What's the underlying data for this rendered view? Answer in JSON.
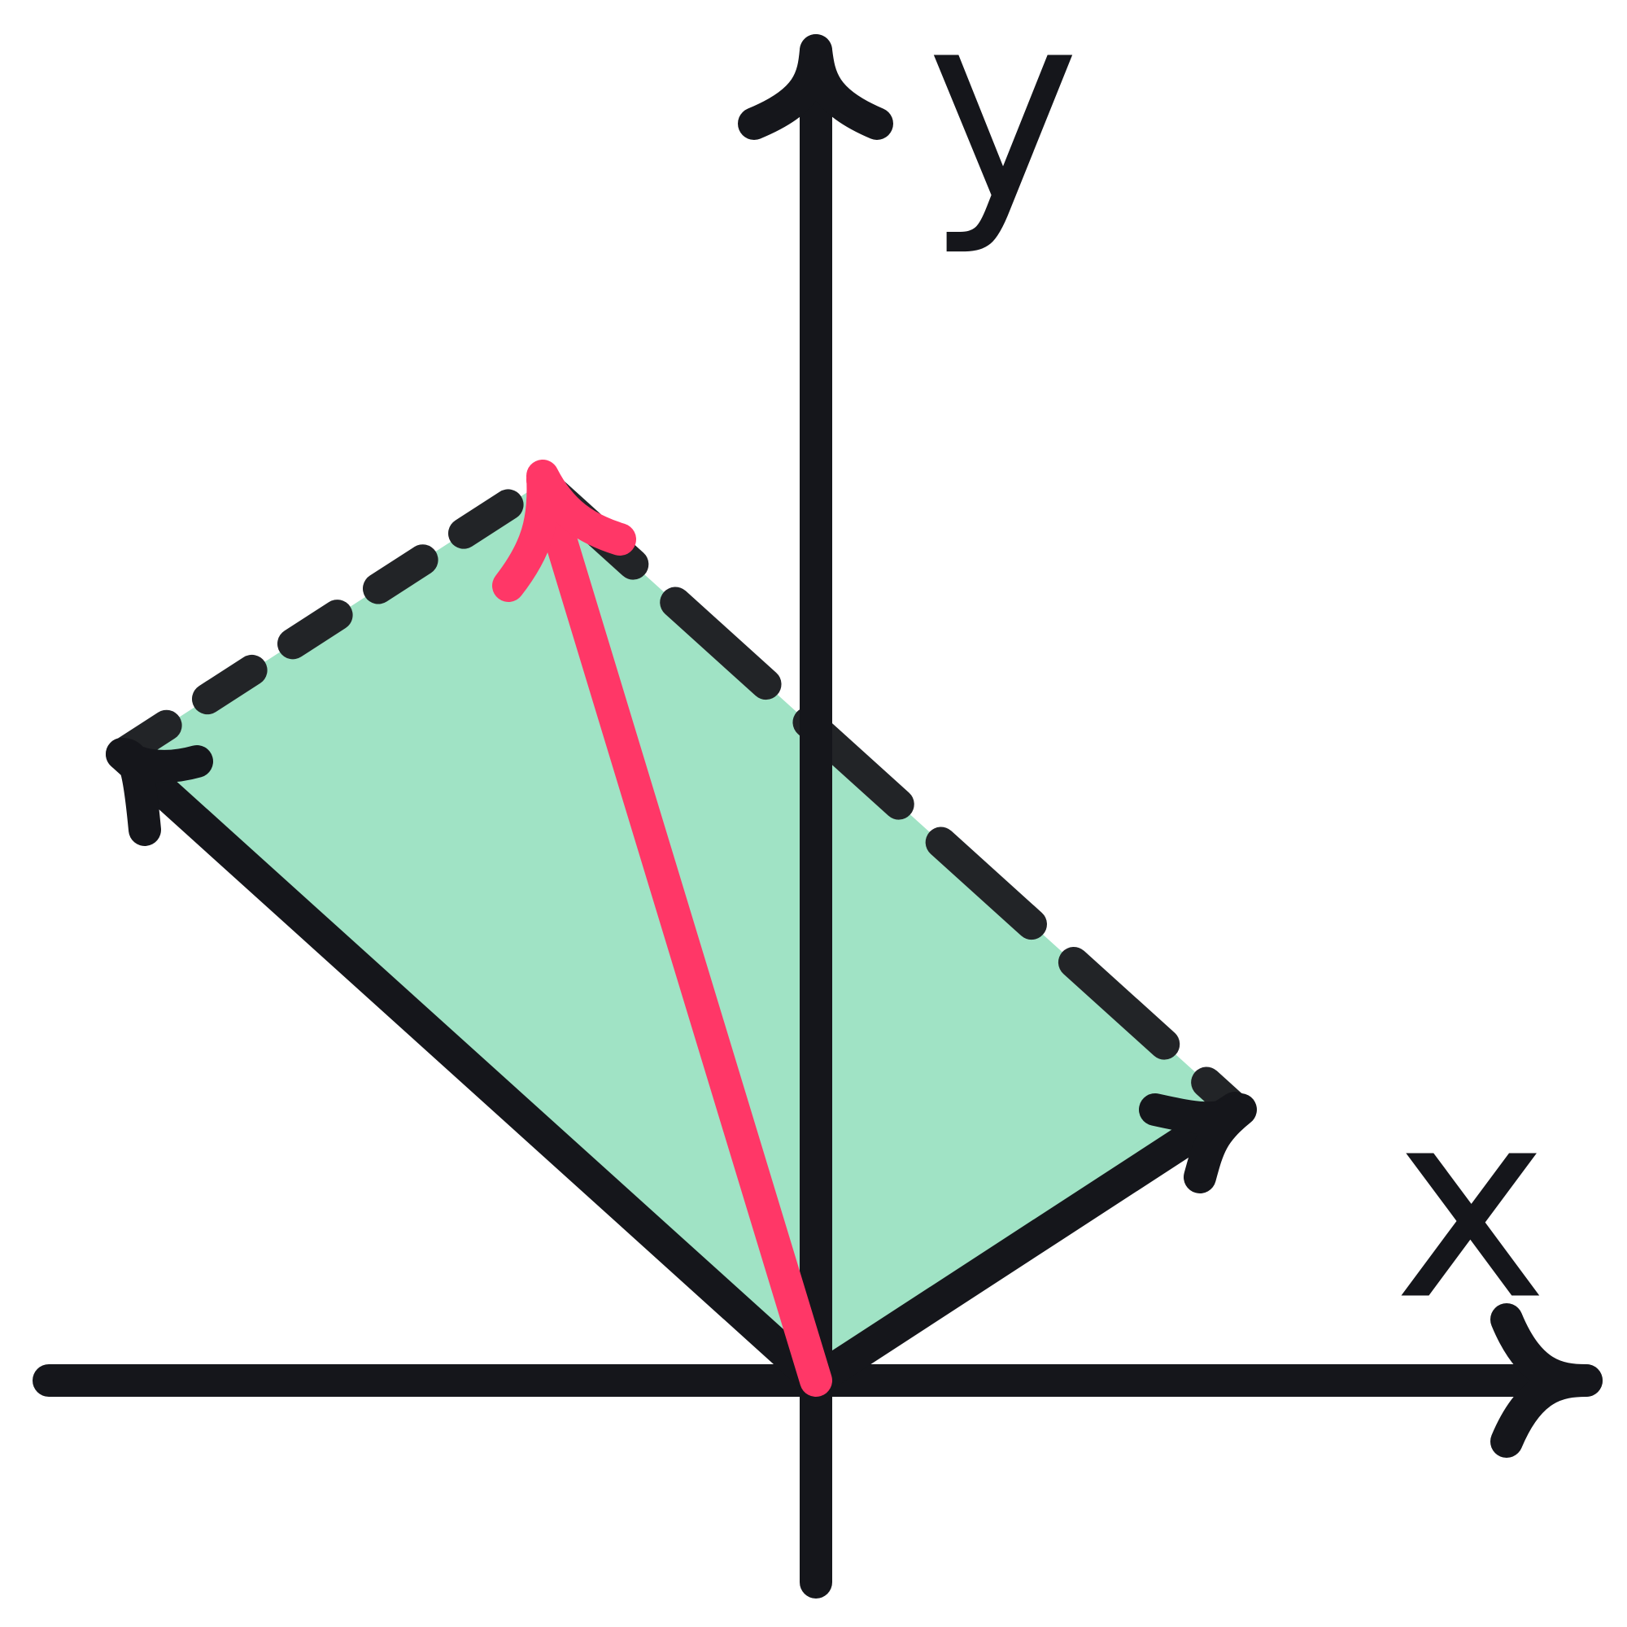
{
  "diagram": {
    "axes": {
      "x_label": "x",
      "y_label": "y"
    },
    "vectors": [
      {
        "name": "vector-a",
        "description_color": "#15161b"
      },
      {
        "name": "vector-b",
        "description_color": "#15161b"
      },
      {
        "name": "vector-sum",
        "description_color": "#ff3767"
      }
    ],
    "colors": {
      "stroke": "#15161b",
      "dashed_stroke": "#222427",
      "fill": "#a0e3c5",
      "accent": "#ff3767",
      "background": "#ffffff"
    }
  }
}
